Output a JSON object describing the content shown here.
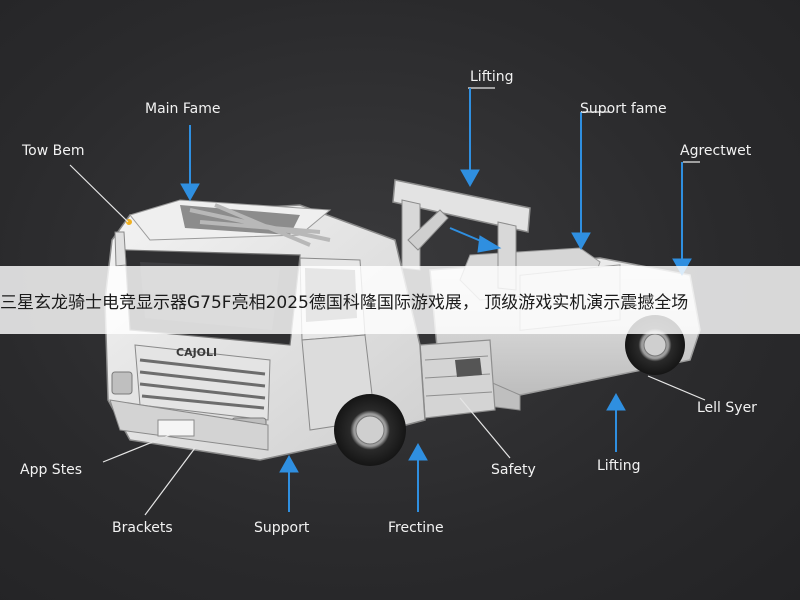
{
  "callouts": {
    "tow_beam": "Tow Bem",
    "main_frame": "Main Fame",
    "lifting_top": "Lifting",
    "support_frame": "Suport fame",
    "agreement": "Agrectwet",
    "lell_syer": "Lell Syer",
    "app_stes": "App Stes",
    "brackets": "Brackets",
    "support": "Support",
    "frectine": "Frectine",
    "safety": "Safety",
    "lifting_bottom": "Lifting"
  },
  "truck": {
    "grille_badge": "CAJOLI"
  },
  "banner": {
    "text": "三星玄龙骑士电竞显示器G75F亮相2025德国科隆国际游戏展， 顶级游戏实机演示震撼全场"
  },
  "colors": {
    "background": "#2b2b2d",
    "arrow_blue": "#2f8fe0",
    "truck_white": "#e9e9e9",
    "banner_bg": "#ffffff"
  }
}
